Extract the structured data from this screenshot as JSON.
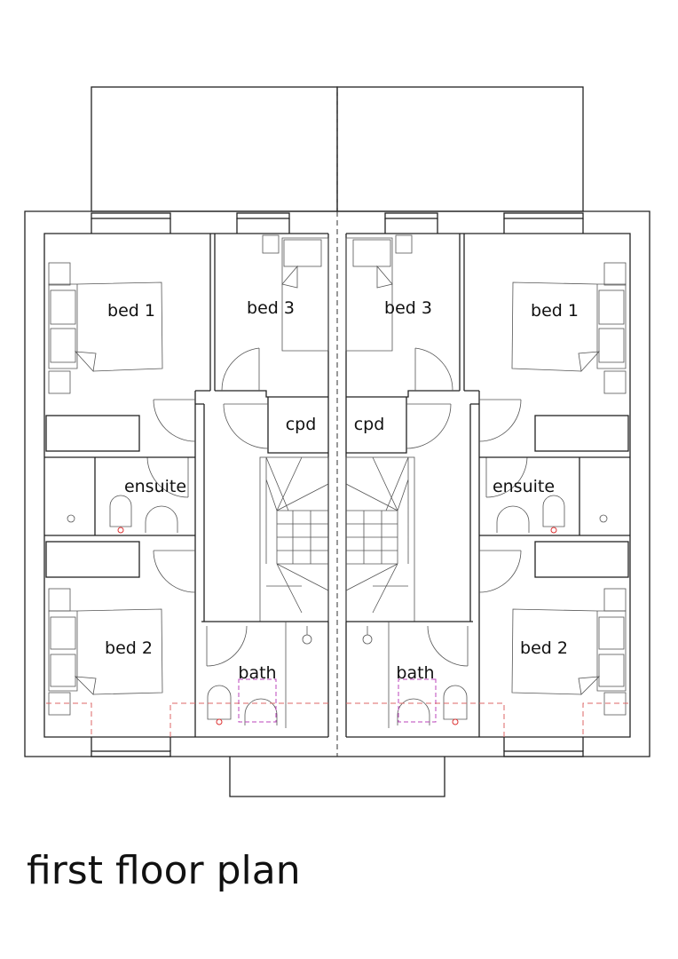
{
  "title": "first floor plan",
  "left_unit": {
    "rooms": {
      "bed1": "bed 1",
      "bed3": "bed 3",
      "cpd": "cpd",
      "ensuite": "ensuite",
      "bed2": "bed 2",
      "bath": "bath"
    }
  },
  "right_unit": {
    "rooms": {
      "bed1": "bed 1",
      "bed3": "bed 3",
      "cpd": "cpd",
      "ensuite": "ensuite",
      "bed2": "bed 2",
      "bath": "bath"
    }
  }
}
